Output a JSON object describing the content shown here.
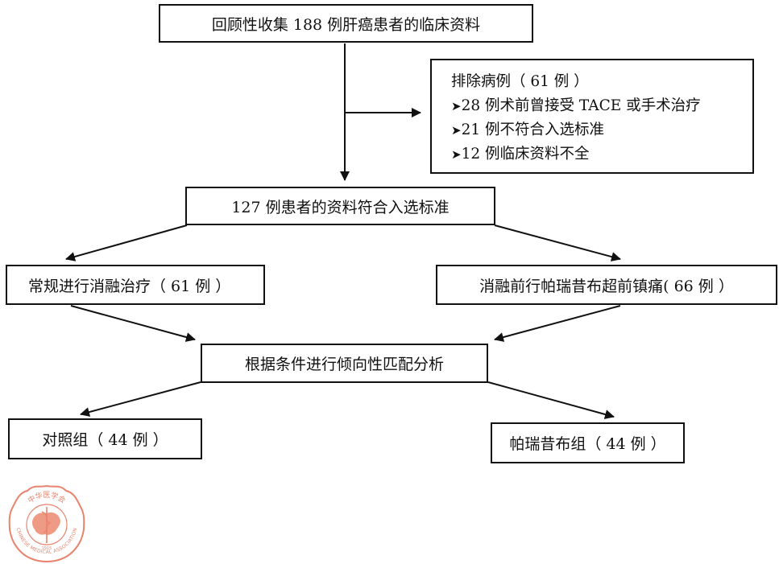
{
  "flowchart": {
    "top": "回顾性收集 188 例肝癌患者的临床资料",
    "excluded": {
      "heading": "排除病例（ 61 例 ）",
      "bullet_glyph": "➤",
      "items": [
        "28 例术前曾接受 TACE 或手术治疗",
        "21 例不符合入选标准",
        "12 例临床资料不全"
      ]
    },
    "eligible": "127 例患者的资料符合入选标准",
    "conventional": "常规进行消融治疗（ 61 例 ）",
    "paracetamol_pre": "消融前行帕瑞昔布超前镇痛( 66 例 ）",
    "matching": "根据条件进行倾向性匹配分析",
    "control_group": "对照组（ 44 例 ）",
    "parecoxib_group": "帕瑞昔布组（ 44 例 ）"
  },
  "logo": {
    "icon": "chinese-medical-association-logo",
    "text_top": "中华医学会",
    "text_bottom": "CHINESE MEDICAL ASSOCIATION",
    "year": "1915",
    "color": "#e8836d"
  },
  "colors": {
    "line": "#111111",
    "background": "#ffffff"
  }
}
